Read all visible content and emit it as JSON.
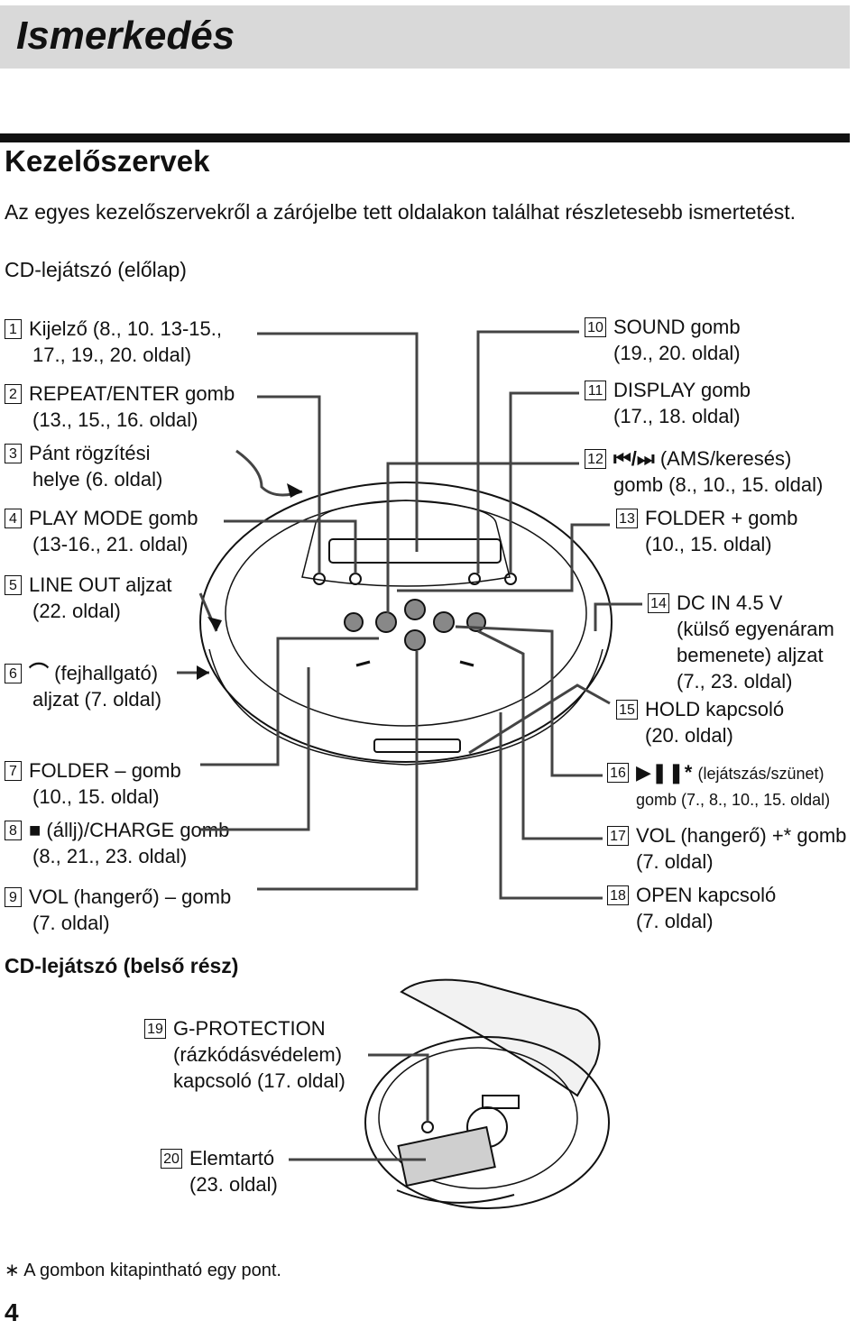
{
  "header": {
    "title": "Ismerkedés"
  },
  "section": {
    "title": "Kezelőszervek",
    "intro": "Az egyes kezelőszervekről a zárójelbe tett oldalakon találhat részletesebb ismertetést."
  },
  "front": {
    "heading": "CD-lejátszó (előlap)",
    "left_items": [
      {
        "num": "1",
        "line1": "Kijelző (8., 10. 13-15.,",
        "line2": "17., 19., 20. oldal)"
      },
      {
        "num": "2",
        "line1": "REPEAT/ENTER gomb",
        "line2": "(13., 15., 16. oldal)"
      },
      {
        "num": "3",
        "line1": "Pánt rögzítési",
        "line2": "helye (6. oldal)"
      },
      {
        "num": "4",
        "line1": "PLAY MODE gomb",
        "line2": "(13-16., 21. oldal)"
      },
      {
        "num": "5",
        "line1": "LINE OUT aljzat",
        "line2": "(22. oldal)"
      },
      {
        "num": "6",
        "line1": "(fejhallgató)",
        "line2": "aljzat (7. oldal)"
      },
      {
        "num": "7",
        "line1": "FOLDER – gomb",
        "line2": "(10., 15. oldal)"
      },
      {
        "num": "8",
        "line1": "(állj)/CHARGE gomb",
        "line2": "(8., 21., 23. oldal)"
      },
      {
        "num": "9",
        "line1": "VOL (hangerő) – gomb",
        "line2": "(7. oldal)"
      }
    ],
    "right_items": [
      {
        "num": "10",
        "line1": "SOUND gomb",
        "line2": "(19., 20. oldal)"
      },
      {
        "num": "11",
        "line1": "DISPLAY gomb",
        "line2": "(17., 18. oldal)"
      },
      {
        "num": "12",
        "line1": "(AMS/keresés)",
        "line2": "gomb (8., 10., 15. oldal)"
      },
      {
        "num": "13",
        "line1": "FOLDER + gomb",
        "line2": "(10., 15. oldal)"
      },
      {
        "num": "14",
        "line1": "DC IN 4.5 V",
        "line2": "(külső egyenáram",
        "line3": "bemenete) aljzat",
        "line4": "(7., 23. oldal)"
      },
      {
        "num": "15",
        "line1": "HOLD kapcsoló",
        "line2": "(20. oldal)"
      },
      {
        "num": "16",
        "line1": "(lejátszás/szünet)",
        "line2": "gomb (7., 8., 10., 15. oldal)"
      },
      {
        "num": "17",
        "line1": "VOL (hangerő) +* gomb",
        "line2": "(7. oldal)"
      },
      {
        "num": "18",
        "line1": "OPEN kapcsoló",
        "line2": "(7. oldal)"
      }
    ],
    "symbols": {
      "prev_next": "⏮/⏭",
      "stop": "■",
      "play_pause": "▶❚❚*",
      "headphones": "⌒"
    }
  },
  "inner": {
    "heading": "CD-lejátszó (belső rész)",
    "items": [
      {
        "num": "19",
        "line1": "G-PROTECTION",
        "line2": "(rázkódásvédelem)",
        "line3": "kapcsoló (17. oldal)"
      },
      {
        "num": "20",
        "line1": "Elemtartó",
        "line2": "(23. oldal)"
      }
    ]
  },
  "footnote": "∗ A gombon kitapintható egy pont.",
  "page_number": "4"
}
